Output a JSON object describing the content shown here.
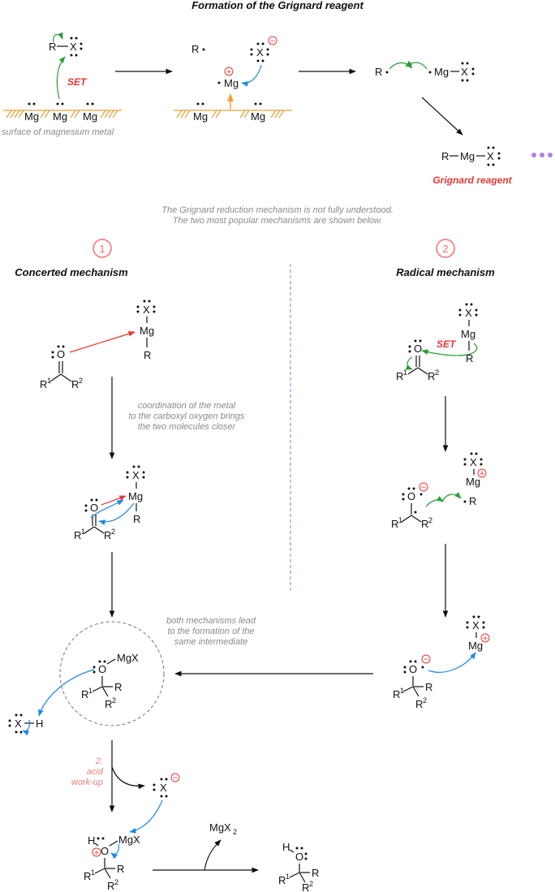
{
  "title": "Formation of the Grignard reagent",
  "surface_label": "surface of magnesium metal",
  "set_label": "SET",
  "grignard_label": "Grignard reagent",
  "intro_note": [
    "The Grignard reduction mechanism is not fully understood.",
    "The two most popular mechanisms are shown below."
  ],
  "mechanisms": [
    {
      "number": "1",
      "title": "Concerted mechanism"
    },
    {
      "number": "2",
      "title": "Radical mechanism"
    }
  ],
  "coordination_note": [
    "coordination of the metal",
    "to the carboxyl oxygen brings",
    "the two molecules closer"
  ],
  "intermediate_note": [
    "both mechanisms lead",
    "to the formation of the",
    "same intermediate"
  ],
  "workup_label": [
    "2.",
    "acid",
    "work-up"
  ],
  "labels": {
    "R": "R",
    "X": "X",
    "Mg": "Mg",
    "O": "O",
    "H": "H",
    "MgX": "MgX",
    "R1": "R",
    "R2": "R",
    "sup1": "1",
    "sup2": "2",
    "MgX2": "MgX",
    "sub2": "2"
  },
  "colors": {
    "blue_arrow": "#1e88e5",
    "green_arrow": "#2e9b3a",
    "red_arrow": "#e53935",
    "metal_surface": "#e8a23a",
    "note_text": "#8a8a8a",
    "ellipsis": "#b083e0"
  }
}
